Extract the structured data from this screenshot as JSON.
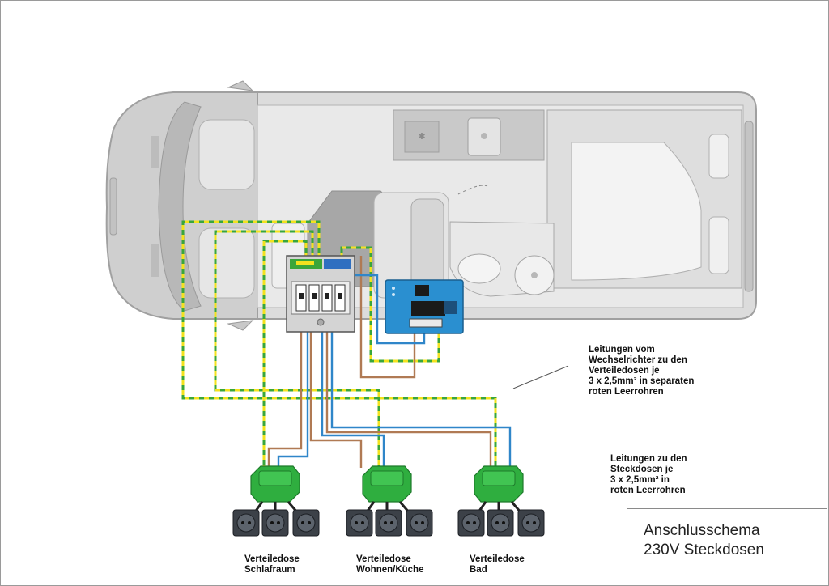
{
  "annotations": {
    "inverter_lines": [
      "Leitungen vom",
      "Wechselrichter zu den",
      "Verteiledosen je",
      "3 x 2,5mm² in separaten",
      "roten Leerrohren"
    ],
    "socket_lines": [
      "Leitungen zu den",
      "Steckdosen je",
      "3 x 2,5mm² in",
      "roten Leerrohren"
    ]
  },
  "boxes": [
    {
      "line1": "Verteiledose",
      "line2": "Schlafraum"
    },
    {
      "line1": "Verteiledose",
      "line2": "Wohnen/Küche"
    },
    {
      "line1": "Verteiledose",
      "line2": "Bad"
    }
  ],
  "title": {
    "line1": "Anschlusschema",
    "line2": "230V Steckdosen"
  },
  "colors": {
    "van": "#d4d4d4",
    "van_outline": "#a6a6a6",
    "phase_wire": "#b07a54",
    "neutral_wire": "#2f86c9",
    "earth_wire_green": "#3aa63a",
    "earth_wire_yellow": "#f2e21e",
    "inverter": "#2a8fd0",
    "junction_box": "#2fae3f",
    "socket": "#3c4148"
  },
  "icons": [
    "van-top-view",
    "fuse-panel-icon",
    "inverter-icon",
    "junction-box-icon",
    "socket-icon"
  ]
}
